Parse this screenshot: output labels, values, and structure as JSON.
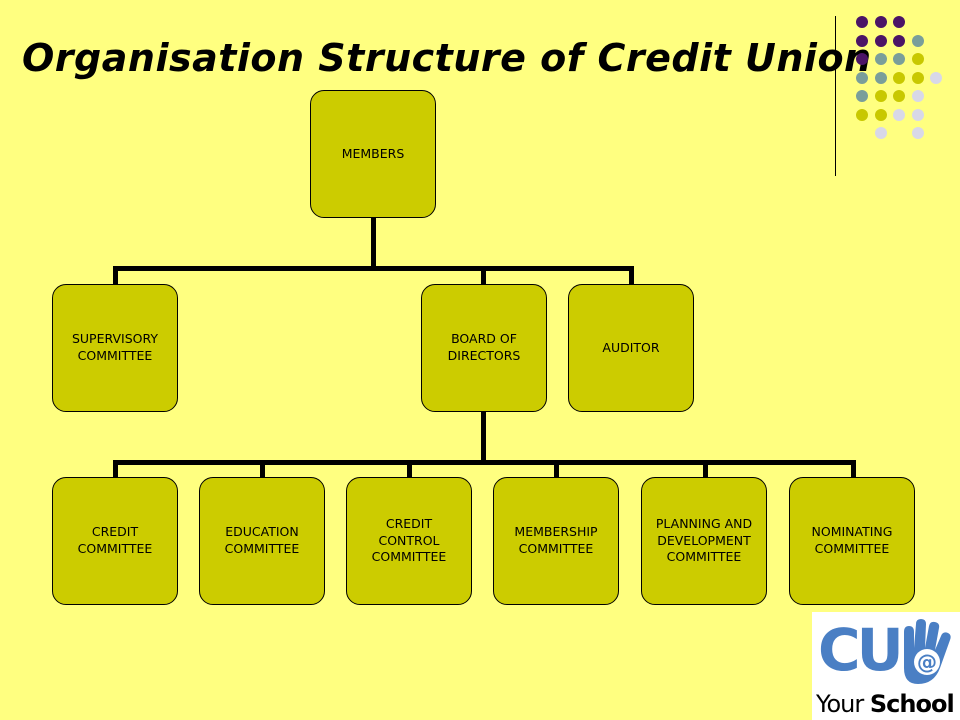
{
  "title": "Organisation Structure of Credit Union",
  "nodes": {
    "members": "MEMBERS",
    "supervisory": "SUPERVISORY\nCOMMITTEE",
    "board": "BOARD OF\nDIRECTORS",
    "auditor": "AUDITOR",
    "credit": "CREDIT\nCOMMITTEE",
    "education": "EDUCATION\nCOMMITTEE",
    "credit_control": "CREDIT\nCONTROL\nCOMMITTEE",
    "membership": "MEMBERSHIP\nCOMMITTEE",
    "planning": "PLANNING AND\nDEVELOPMENT\nCOMMITTEE",
    "nominating": "NOMINATING\nCOMMITTEE"
  },
  "logo": {
    "mark": "CU",
    "at": "@",
    "tagline_prefix": "Your ",
    "tagline_bold": "School"
  },
  "colors": {
    "background": "#ffff80",
    "node_fill": "#cccc00",
    "dot_purple": "#4b1466",
    "dot_teal": "#7a9e9a",
    "dot_olive": "#c8c800",
    "dot_light": "#d8d8e8",
    "logo_blue": "#4a7fc4"
  }
}
